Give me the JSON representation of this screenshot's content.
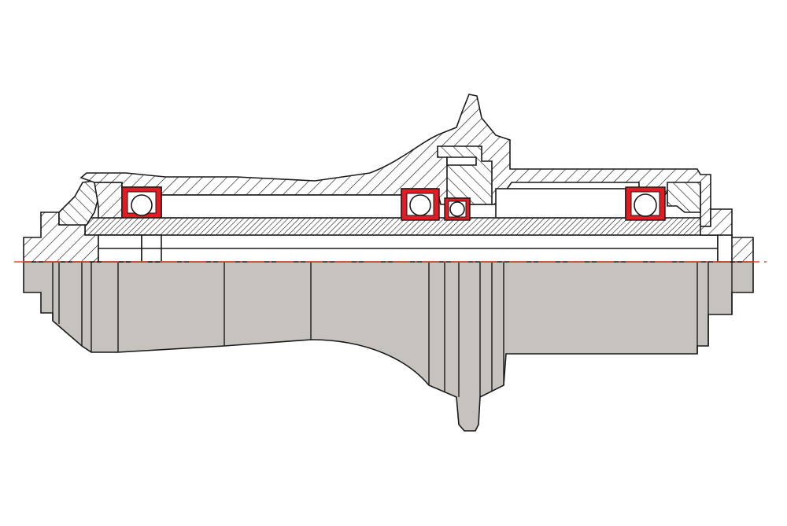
{
  "diagram": {
    "subject": "hub-cross-section",
    "colors": {
      "background": "#ffffff",
      "outline": "#1a1a1a",
      "exterior_fill": "#c6c2bd",
      "section_fill": "#ffffff",
      "hatch": "#1a1a1a",
      "bearing_red": "#e41b23",
      "centerline": "#e8472a"
    },
    "bearings": [
      {
        "id": "bearing-1",
        "kind": "ball-bearing"
      },
      {
        "id": "bearing-2",
        "kind": "ball-bearing"
      },
      {
        "id": "bearing-3",
        "kind": "ball-bearing"
      },
      {
        "id": "bearing-4",
        "kind": "ball-bearing"
      }
    ],
    "centerline_style": "dash-dot"
  }
}
